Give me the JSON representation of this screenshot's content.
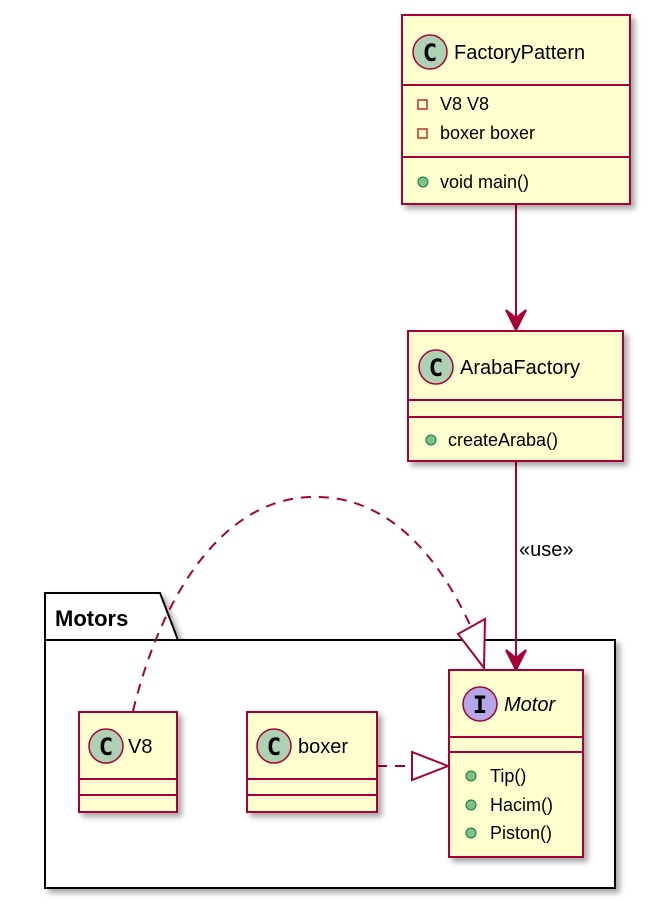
{
  "package": {
    "name": "Motors"
  },
  "classes": {
    "factory_pattern": {
      "kind": "class",
      "kind_glyph": "C",
      "name": "FactoryPattern",
      "fields": [
        "V8 V8",
        "boxer boxer"
      ],
      "methods": [
        "void main()"
      ]
    },
    "araba_factory": {
      "kind": "class",
      "kind_glyph": "C",
      "name": "ArabaFactory",
      "fields": [],
      "methods": [
        "createAraba()"
      ]
    },
    "motor": {
      "kind": "interface",
      "kind_glyph": "I",
      "name": "Motor",
      "fields": [],
      "methods": [
        "Tip()",
        "Hacim()",
        "Piston()"
      ]
    },
    "v8": {
      "kind": "class",
      "kind_glyph": "C",
      "name": "V8",
      "fields": [],
      "methods": []
    },
    "boxer": {
      "kind": "class",
      "kind_glyph": "C",
      "name": "boxer",
      "fields": [],
      "methods": []
    }
  },
  "relations": [
    {
      "from": "FactoryPattern",
      "to": "ArabaFactory",
      "type": "association",
      "label": ""
    },
    {
      "from": "ArabaFactory",
      "to": "Motor",
      "type": "dependency",
      "label": "«use»"
    },
    {
      "from": "V8",
      "to": "Motor",
      "type": "realization",
      "label": ""
    },
    {
      "from": "boxer",
      "to": "Motor",
      "type": "realization",
      "label": ""
    }
  ],
  "colors": {
    "class_fill": "#FEFECE",
    "border": "#A80036",
    "class_badge": "#ADD1B2",
    "interface_badge": "#B4A7E5",
    "field_marker": "#C82930",
    "method_marker": "#84BE84",
    "method_marker_fill": "#84BE84"
  }
}
